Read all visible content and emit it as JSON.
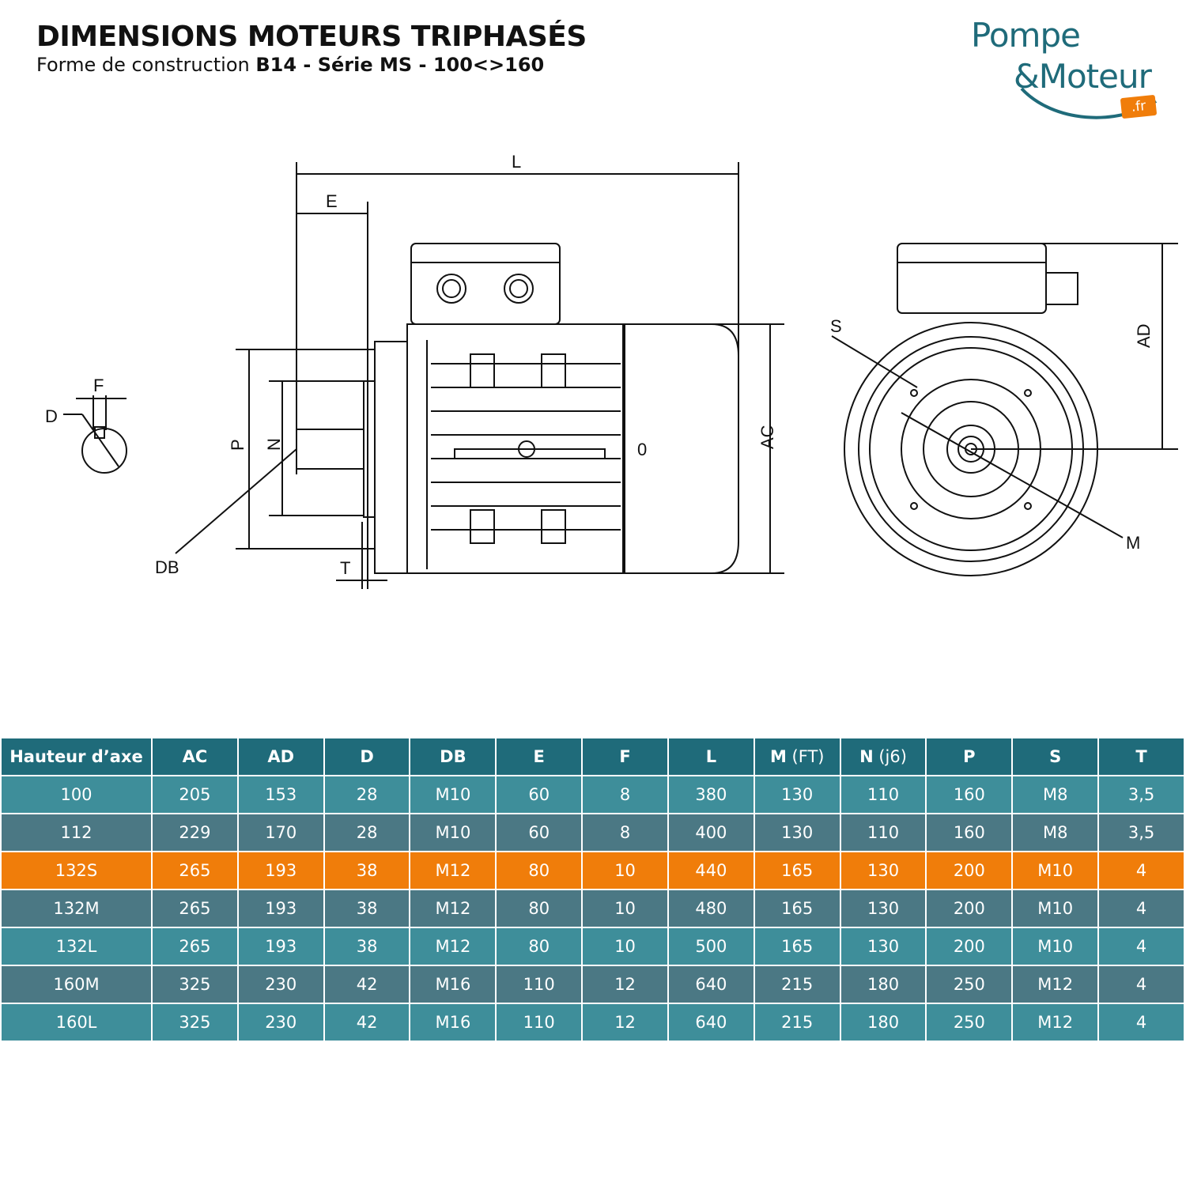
{
  "header": {
    "title": "DIMENSIONS MOTEURS TRIPHASÉS",
    "subtitle_prefix": "Forme de construction ",
    "subtitle_bold": "B14 - Série MS - 100<>160"
  },
  "logo": {
    "line1": "Pompe",
    "line2": "&Moteur",
    "suffix": ".fr"
  },
  "drawing_labels": {
    "L": "L",
    "E": "E",
    "F": "F",
    "D": "D",
    "P": "P",
    "N": "N",
    "DB": "DB",
    "T": "T",
    "O": "0",
    "AC": "AC",
    "AD": "AD",
    "S": "S",
    "M": "M"
  },
  "table": {
    "columns": [
      {
        "label": "Hauteur d’axe",
        "unit": ""
      },
      {
        "label": "AC",
        "unit": ""
      },
      {
        "label": "AD",
        "unit": ""
      },
      {
        "label": "D",
        "unit": ""
      },
      {
        "label": "DB",
        "unit": ""
      },
      {
        "label": "E",
        "unit": ""
      },
      {
        "label": "F",
        "unit": ""
      },
      {
        "label": "L",
        "unit": ""
      },
      {
        "label": "M",
        "unit": " (FT)"
      },
      {
        "label": "N",
        "unit": " (j6)"
      },
      {
        "label": "P",
        "unit": ""
      },
      {
        "label": "S",
        "unit": ""
      },
      {
        "label": "T",
        "unit": ""
      }
    ],
    "highlight_row": 2,
    "rows": [
      [
        "100",
        "205",
        "153",
        "28",
        "M10",
        "60",
        "8",
        "380",
        "130",
        "110",
        "160",
        "M8",
        "3,5"
      ],
      [
        "112",
        "229",
        "170",
        "28",
        "M10",
        "60",
        "8",
        "400",
        "130",
        "110",
        "160",
        "M8",
        "3,5"
      ],
      [
        "132S",
        "265",
        "193",
        "38",
        "M12",
        "80",
        "10",
        "440",
        "165",
        "130",
        "200",
        "M10",
        "4"
      ],
      [
        "132M",
        "265",
        "193",
        "38",
        "M12",
        "80",
        "10",
        "480",
        "165",
        "130",
        "200",
        "M10",
        "4"
      ],
      [
        "132L",
        "265",
        "193",
        "38",
        "M12",
        "80",
        "10",
        "500",
        "165",
        "130",
        "200",
        "M10",
        "4"
      ],
      [
        "160M",
        "325",
        "230",
        "42",
        "M16",
        "110",
        "12",
        "640",
        "215",
        "180",
        "250",
        "M12",
        "4"
      ],
      [
        "160L",
        "325",
        "230",
        "42",
        "M16",
        "110",
        "12",
        "640",
        "215",
        "180",
        "250",
        "M12",
        "4"
      ]
    ]
  },
  "colors": {
    "header": "#1f6b7a",
    "row_a": "#3e8e9a",
    "row_b": "#4b7884",
    "highlight": "#f07d0a"
  }
}
